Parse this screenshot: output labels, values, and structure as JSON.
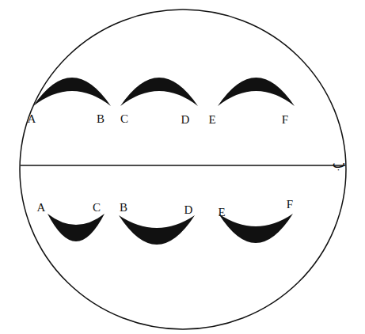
{
  "diagram": {
    "labels": [
      "A",
      "B",
      "C",
      "D",
      "E",
      "F",
      "A",
      "C",
      "B",
      "D",
      "E",
      "F",
      "ب"
    ]
  }
}
